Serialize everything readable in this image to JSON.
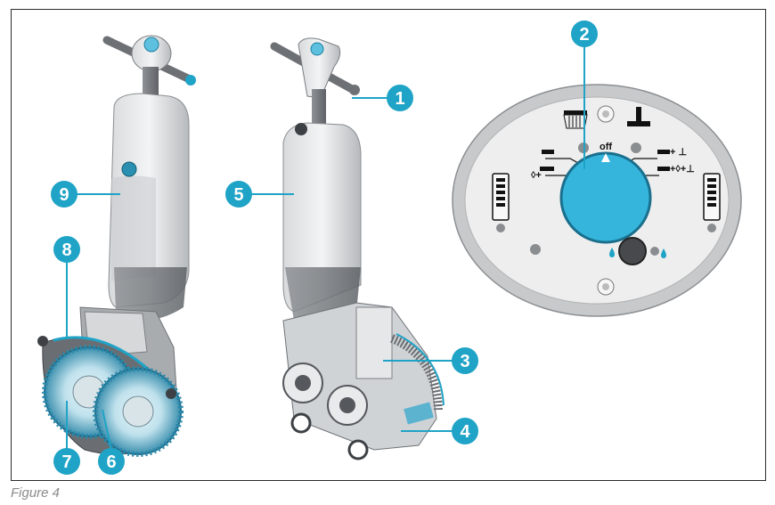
{
  "caption": "Figure 4",
  "callouts": [
    "1",
    "2",
    "3",
    "4",
    "5",
    "6",
    "7",
    "8",
    "9"
  ],
  "panel": {
    "off_label": "off"
  },
  "colors": {
    "accent": "#1fa3c6",
    "panel_bg": "#c7c9cb",
    "panel_face": "#eeeeee",
    "body_grey": "#b9bcbf"
  },
  "icons": [
    "broom-icon",
    "squeegee-icon",
    "water-drop-icon",
    "battery-gauge-icon",
    "screw-icon"
  ]
}
